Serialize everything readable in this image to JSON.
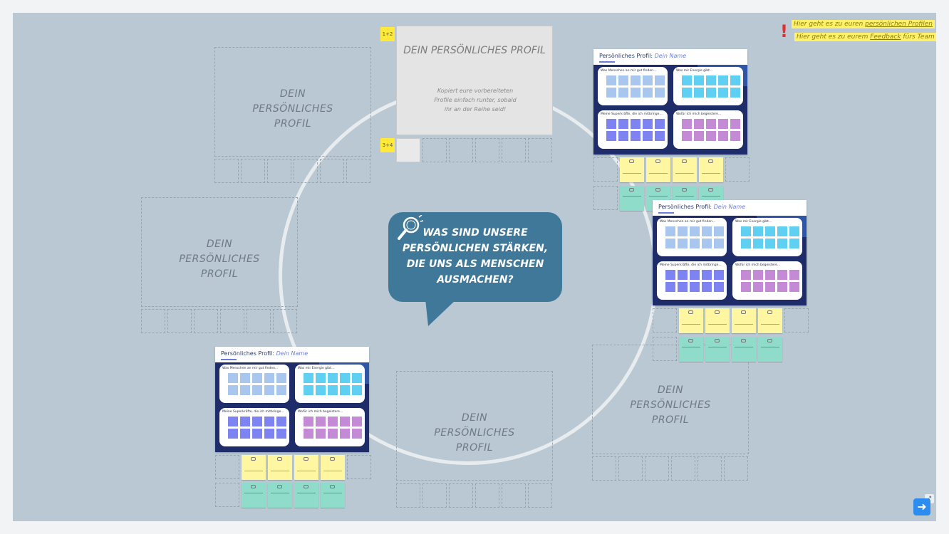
{
  "placeholder": {
    "label_lines": [
      "DEIN",
      "PERSÖNLICHES",
      "PROFIL"
    ]
  },
  "template_card": {
    "title": "DEIN PERSÖNLICHES PROFIL",
    "instructions_lines": [
      "Kopiert eure vorbereiteten",
      "Profile einfach runter, sobald",
      "ihr an der Reihe seid!"
    ],
    "badge_top": "1+2",
    "badge_bottom": "3+4"
  },
  "center_question": {
    "lines": [
      "WAS SIND UNSERE",
      "PERSÖNLICHEN STÄRKEN,",
      "DIE UNS ALS MENSCHEN",
      "AUSMACHEN?"
    ]
  },
  "profile_card": {
    "title_prefix": "Persönliches Profil:",
    "title_name": "Dein Name",
    "quadrants": [
      {
        "heading": "Was Menschen an mir gut finden..."
      },
      {
        "heading": "Was mir Energie gibt..."
      },
      {
        "heading": "Meine Superkräfte, die ich mitbringe..."
      },
      {
        "heading": "Wofür ich mich begeistere..."
      }
    ]
  },
  "notes": {
    "profiles_prefix": "Hier geht es zu euren ",
    "profiles_link": "persönlichen Profilen",
    "feedback_prefix": "Hier geht es zu eurem ",
    "feedback_link": "Feedback",
    "feedback_suffix": " fürs Team"
  },
  "icons": {
    "question": "magnifier-icon",
    "alert": "exclamation-icon",
    "navigation": "arrow-right-icon"
  },
  "colors": {
    "board": "#b9c8d2",
    "bubble": "#3f7898",
    "card_navy": "#1f2c6a",
    "sticky_yellow": "#fff6a2",
    "sticky_green": "#8fdccb",
    "note_yellow": "#fff26a",
    "alert_red": "#e03030"
  }
}
